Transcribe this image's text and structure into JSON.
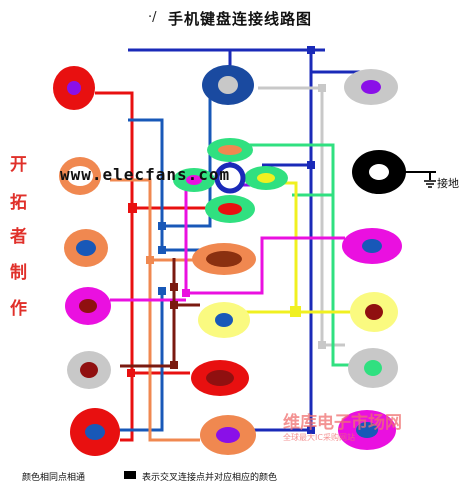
{
  "title": "手机键盘连接线路图",
  "title_mark": "·/",
  "side_label": [
    "开",
    "拓",
    "者",
    "制",
    "作"
  ],
  "watermark": "www.elecfans.com",
  "ground_label": "接地",
  "logo": {
    "main": "维库电子市场网",
    "sub": "全球最大IC采购网站"
  },
  "legend": {
    "same_color": "颜色相同点相通",
    "cross": "表示交叉连接点并对应相应的颜色"
  },
  "colors": {
    "red": "#e81010",
    "orange": "#f08850",
    "magenta": "#ea10e0",
    "grey": "#c8c8c8",
    "darkred": "#901010",
    "blue": "#1858b8",
    "navy": "#1a2ab8",
    "yellow": "#fafa20",
    "green": "#30e080",
    "purple": "#8a10e8",
    "darkbrown": "#7a1a10",
    "black": "#000000"
  }
}
